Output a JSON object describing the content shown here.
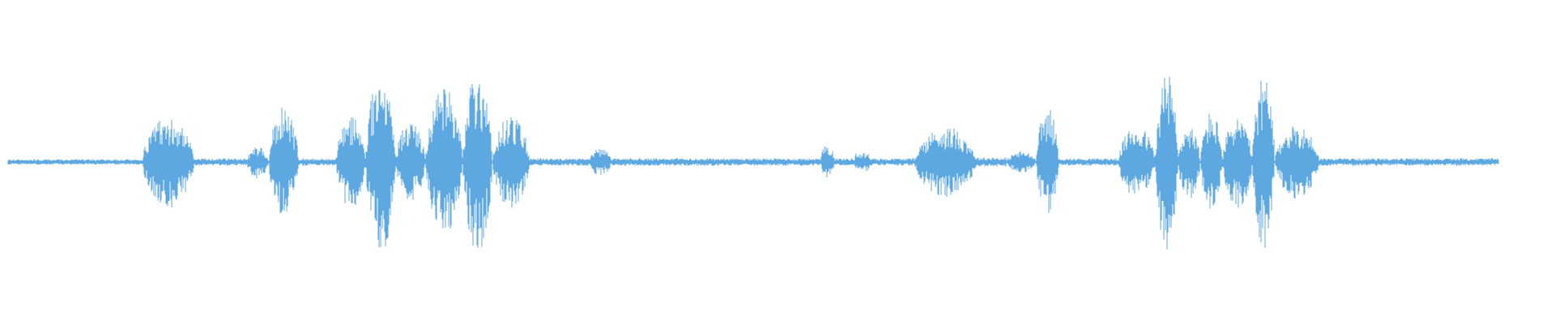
{
  "waveform": {
    "color": "#5DA8E0",
    "background": "#ffffff",
    "duration_fraction_start": 0.0,
    "duration_fraction_end": 1.0,
    "segments": [
      {
        "start": 0.0,
        "end": 0.09,
        "amp": 0.03
      },
      {
        "start": 0.09,
        "end": 0.125,
        "amp": 0.5
      },
      {
        "start": 0.125,
        "end": 0.16,
        "amp": 0.04
      },
      {
        "start": 0.16,
        "end": 0.175,
        "amp": 0.18
      },
      {
        "start": 0.175,
        "end": 0.195,
        "amp": 0.6
      },
      {
        "start": 0.195,
        "end": 0.22,
        "amp": 0.04
      },
      {
        "start": 0.22,
        "end": 0.24,
        "amp": 0.5
      },
      {
        "start": 0.24,
        "end": 0.26,
        "amp": 1.0
      },
      {
        "start": 0.26,
        "end": 0.28,
        "amp": 0.45
      },
      {
        "start": 0.28,
        "end": 0.305,
        "amp": 0.8
      },
      {
        "start": 0.305,
        "end": 0.325,
        "amp": 1.0
      },
      {
        "start": 0.325,
        "end": 0.35,
        "amp": 0.5
      },
      {
        "start": 0.35,
        "end": 0.39,
        "amp": 0.04
      },
      {
        "start": 0.39,
        "end": 0.405,
        "amp": 0.15
      },
      {
        "start": 0.405,
        "end": 0.545,
        "amp": 0.04
      },
      {
        "start": 0.545,
        "end": 0.555,
        "amp": 0.2
      },
      {
        "start": 0.555,
        "end": 0.568,
        "amp": 0.04
      },
      {
        "start": 0.568,
        "end": 0.578,
        "amp": 0.1
      },
      {
        "start": 0.578,
        "end": 0.608,
        "amp": 0.04
      },
      {
        "start": 0.608,
        "end": 0.65,
        "amp": 0.38
      },
      {
        "start": 0.65,
        "end": 0.67,
        "amp": 0.05
      },
      {
        "start": 0.67,
        "end": 0.69,
        "amp": 0.12
      },
      {
        "start": 0.69,
        "end": 0.705,
        "amp": 0.6
      },
      {
        "start": 0.705,
        "end": 0.745,
        "amp": 0.04
      },
      {
        "start": 0.745,
        "end": 0.77,
        "amp": 0.4
      },
      {
        "start": 0.77,
        "end": 0.785,
        "amp": 1.0
      },
      {
        "start": 0.785,
        "end": 0.8,
        "amp": 0.4
      },
      {
        "start": 0.8,
        "end": 0.815,
        "amp": 0.55
      },
      {
        "start": 0.815,
        "end": 0.835,
        "amp": 0.5
      },
      {
        "start": 0.835,
        "end": 0.85,
        "amp": 0.95
      },
      {
        "start": 0.85,
        "end": 0.88,
        "amp": 0.4
      },
      {
        "start": 0.88,
        "end": 1.0,
        "amp": 0.04
      }
    ]
  }
}
